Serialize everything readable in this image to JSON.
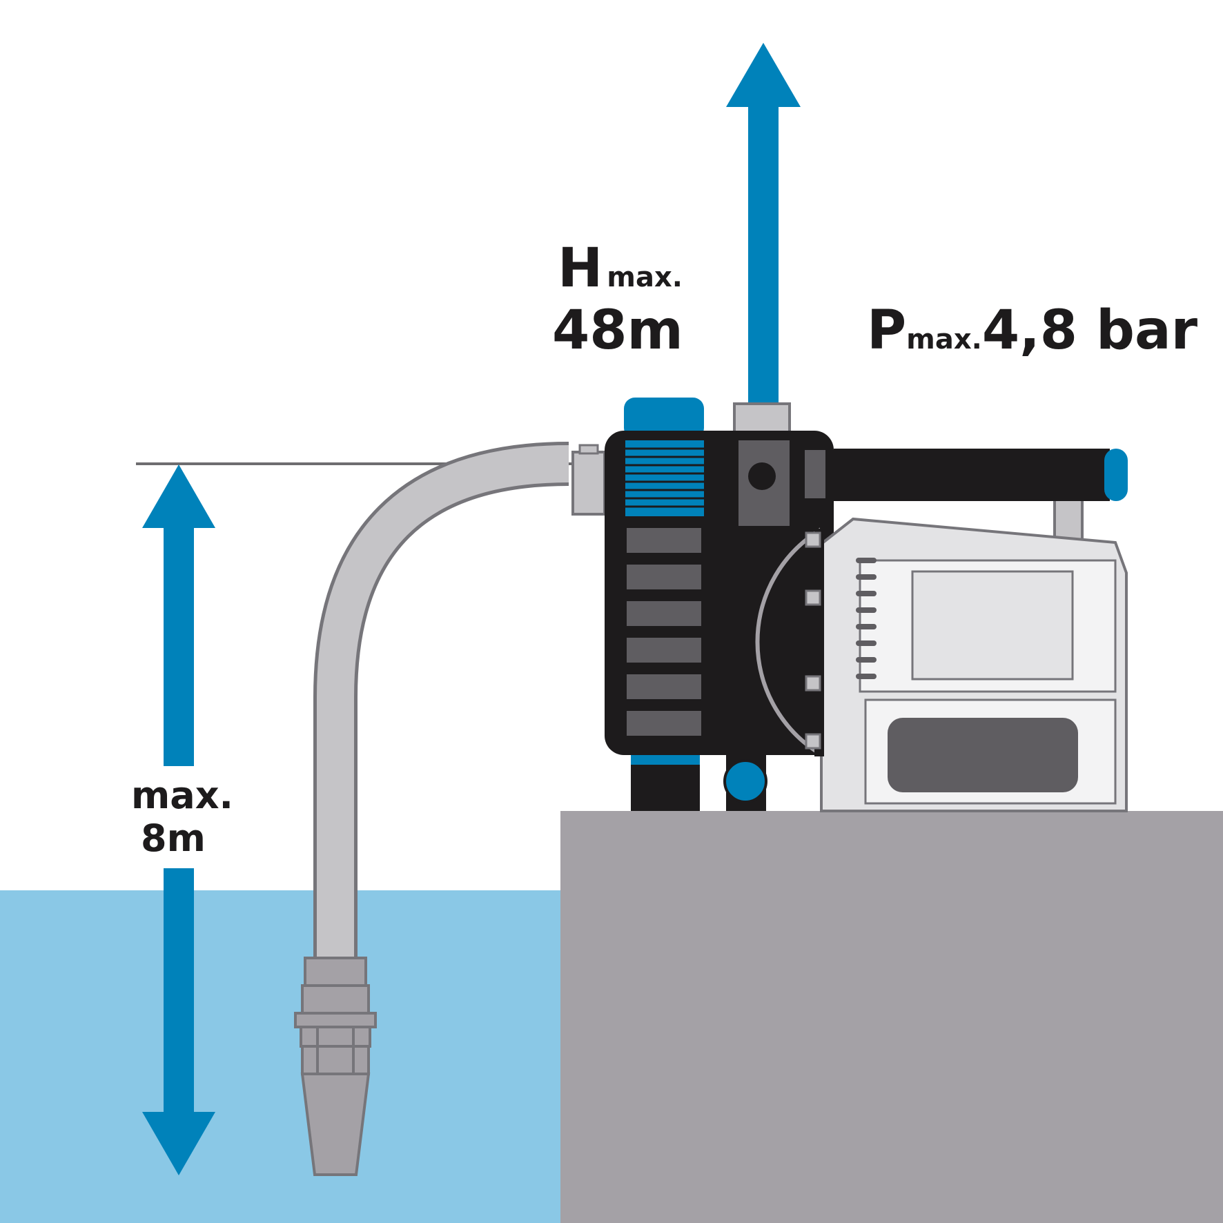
{
  "labels": {
    "head_symbol": "H",
    "head_subscript": "max.",
    "head_value": "48m",
    "pressure_symbol": "P",
    "pressure_subscript": "max.",
    "pressure_value": "4,8 bar",
    "suction_line1": "max.",
    "suction_line2": "8m"
  },
  "colors": {
    "arrow": "#0082ba",
    "water": "#8ac8e6",
    "ground": "#a4a1a6",
    "pump_body": "#1d1b1c",
    "hose": "#c5c4c7",
    "accent": "#0082ba"
  }
}
